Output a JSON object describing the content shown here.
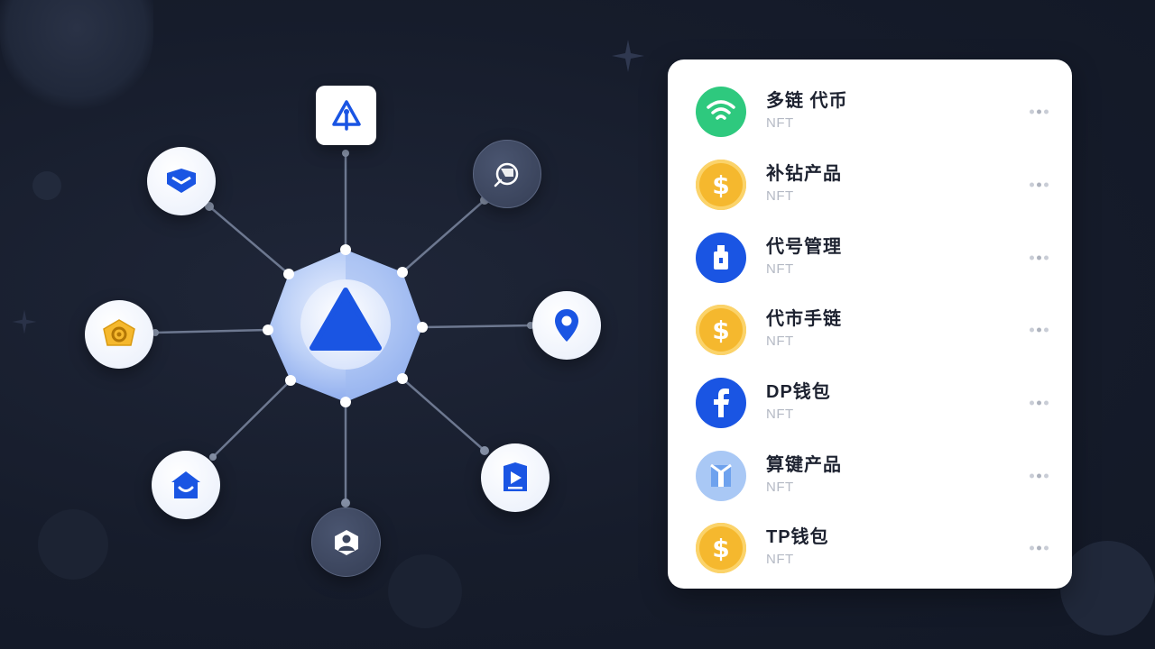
{
  "hub": {
    "center_icon": "blue-triangle-icon",
    "nodes": [
      {
        "id": "top",
        "icon": "pyramid-logo-icon",
        "style": "square"
      },
      {
        "id": "top-right",
        "icon": "crosshair-chat-icon",
        "style": "dark"
      },
      {
        "id": "right",
        "icon": "map-pin-icon",
        "style": "light"
      },
      {
        "id": "bottom-right",
        "icon": "play-document-icon",
        "style": "light"
      },
      {
        "id": "bottom",
        "icon": "person-badge-icon",
        "style": "dark"
      },
      {
        "id": "bottom-left",
        "icon": "home-icon",
        "style": "light"
      },
      {
        "id": "left",
        "icon": "gold-hexagon-icon",
        "style": "light"
      },
      {
        "id": "top-left",
        "icon": "graduation-cap-icon",
        "style": "light"
      }
    ]
  },
  "list": {
    "items": [
      {
        "title": "多链 代币",
        "subtitle": "NFT",
        "icon": "wifi-icon",
        "color": "#2ec97e"
      },
      {
        "title": "补钻产品",
        "subtitle": "NFT",
        "icon": "dollar-coin-icon",
        "color": "#f5b82e"
      },
      {
        "title": "代号管理",
        "subtitle": "NFT",
        "icon": "usb-drive-icon",
        "color": "#1a55e3"
      },
      {
        "title": "代市手链",
        "subtitle": "NFT",
        "icon": "dollar-coin-icon",
        "color": "#f5b82e"
      },
      {
        "title": "DP钱包",
        "subtitle": "NFT",
        "icon": "facebook-icon",
        "color": "#1a55e3"
      },
      {
        "title": "算键产品",
        "subtitle": "NFT",
        "icon": "bookmark-box-icon",
        "color": "#a9c8f5"
      },
      {
        "title": "TP钱包",
        "subtitle": "NFT",
        "icon": "dollar-coin-icon",
        "color": "#f5b82e"
      }
    ]
  },
  "colors": {
    "background": "#161c2b",
    "accent_blue": "#1a55e3",
    "coin_gold": "#f5b82e",
    "wifi_green": "#2ec97e"
  }
}
